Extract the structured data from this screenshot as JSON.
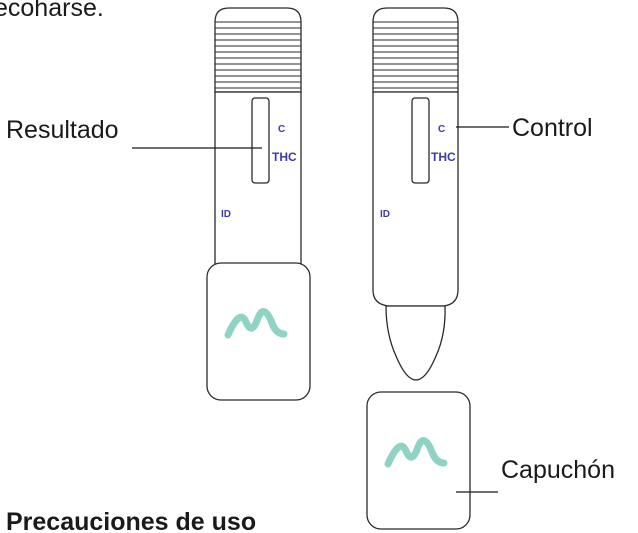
{
  "header_fragment": "ecoharse.",
  "section_heading": "Precauciones de uso",
  "callouts": {
    "result": "Resultado",
    "control": "Control",
    "cap": "Capuchón"
  },
  "device_markings": {
    "control_line": "C",
    "test_line": "THC",
    "id_area": "ID"
  },
  "colors": {
    "marking_text": "#3b3ba8",
    "logo_wave": "#8fd3c4",
    "outline": "#2b2b2b"
  },
  "icons": [
    "logo-wave-icon"
  ]
}
